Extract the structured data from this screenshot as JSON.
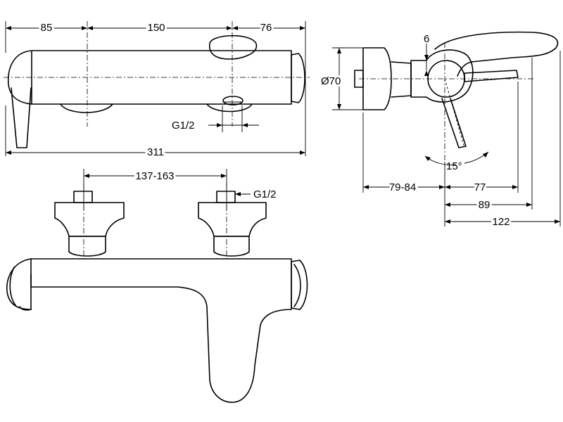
{
  "dimensions": {
    "top_width_1": "85",
    "top_width_2": "150",
    "top_width_3": "76",
    "overall_width": "311",
    "thread_top": "G1/2",
    "inlet_spacing": "137-163",
    "thread_bottom": "G1/2",
    "lever_offset": "6",
    "wall_diameter": "Ø70",
    "projection_range": "79-84",
    "depth_77": "77",
    "depth_89": "89",
    "depth_122": "122",
    "lever_angle": "15°"
  }
}
